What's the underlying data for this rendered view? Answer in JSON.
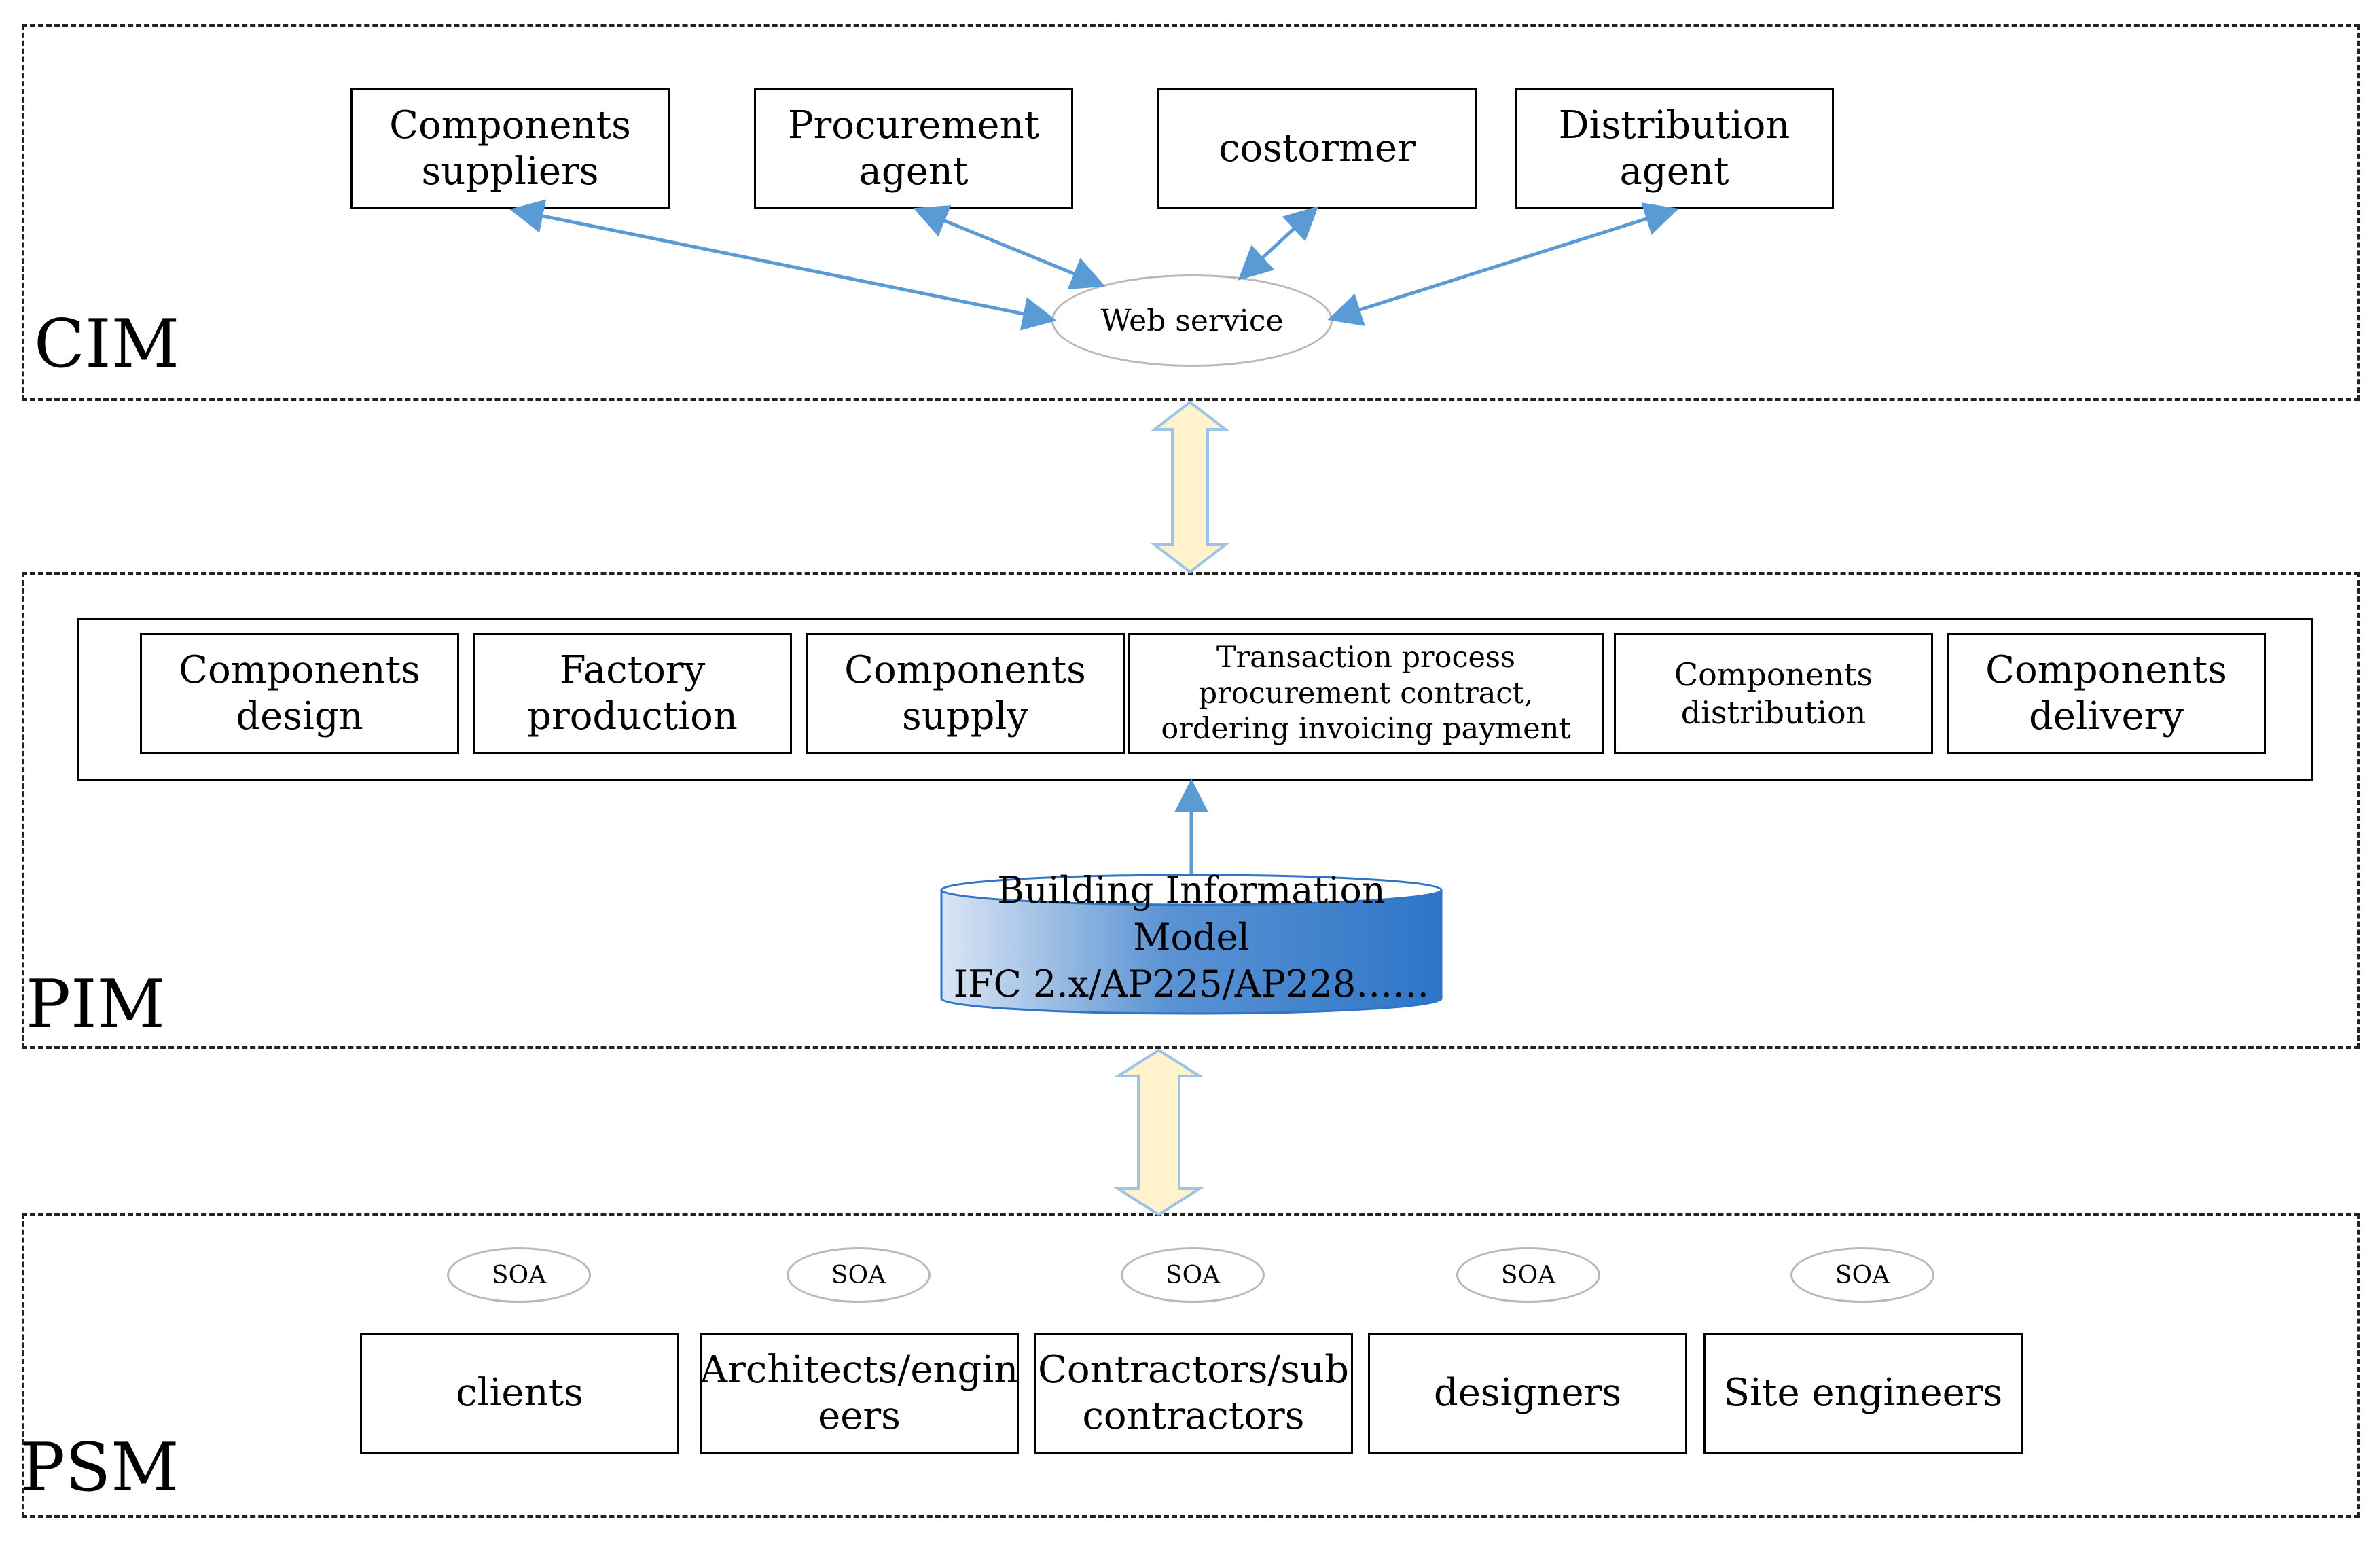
{
  "layers": {
    "cim": "CIM",
    "pim": "PIM",
    "psm": "PSM"
  },
  "cim_boxes": [
    "Components\nsuppliers",
    "Procurement\nagent",
    "costormer",
    "Distribution\nagent"
  ],
  "web_service": "Web service",
  "pim_boxes": [
    "Components\ndesign",
    "Factory\nproduction",
    "Components\nsupply",
    "Transaction process\nprocurement contract,\nordering invoicing payment",
    "Components\ndistribution",
    "Components\ndelivery"
  ],
  "bim": "Building Information\nModel\nIFC 2.x/AP225/AP228……",
  "soa_label": "SOA",
  "psm_boxes": [
    "clients",
    "Architects/engin\neers",
    "Contractors/sub\ncontractors",
    "designers",
    "Site engineers"
  ],
  "colors": {
    "arrow": "#5b9bd5",
    "double_arrow_fill": "#fff2cc",
    "double_arrow_stroke": "#9dc3e6",
    "db_dark": "#2e75c8",
    "db_light": "#dbe6f5",
    "soa_border": "#b8b8b8"
  },
  "icons": {
    "database": "cylinder",
    "soa": "ellipse"
  }
}
